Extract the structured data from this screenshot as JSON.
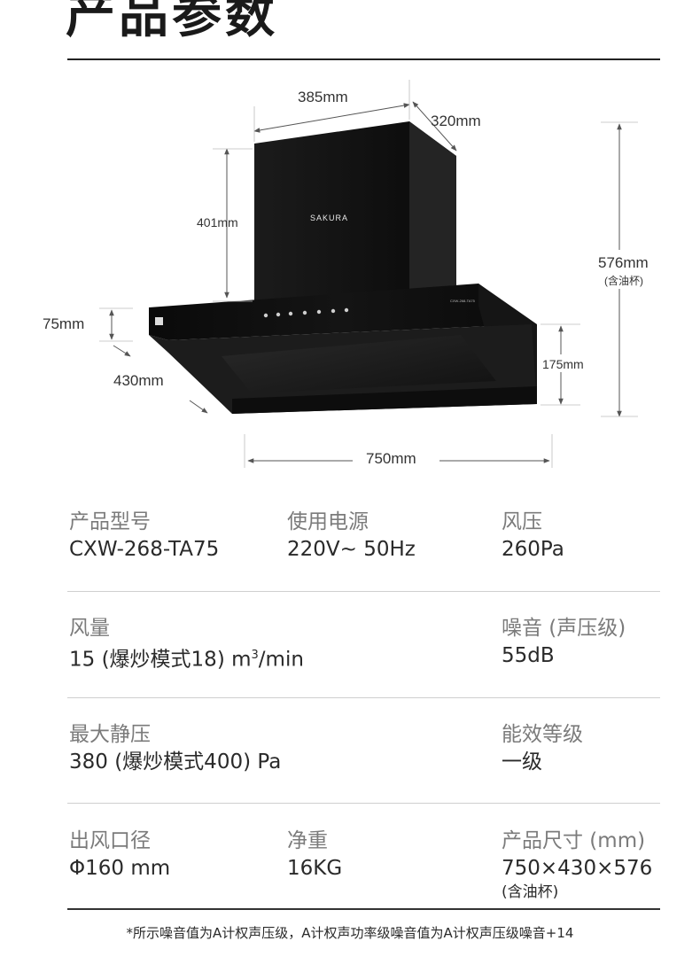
{
  "page": {
    "title": "产品参数"
  },
  "diagram": {
    "brand_logo": "SAKURA",
    "panel_small_text": "CXW-268-TA75",
    "dims": {
      "top_width": "385mm",
      "top_depth": "320mm",
      "chimney_height": "401mm",
      "total_height": "576mm",
      "total_height_note": "(含油杯)",
      "panel_height": "75mm",
      "depth": "430mm",
      "hood_height": "175mm",
      "width": "750mm"
    }
  },
  "specs": {
    "model": {
      "label": "产品型号",
      "value": "CXW-268-TA75"
    },
    "power": {
      "label": "使用电源",
      "value": "220V~ 50Hz"
    },
    "wind_pressure": {
      "label": "风压",
      "value": "260Pa"
    },
    "air_volume": {
      "label": "风量",
      "value_prefix": "15 (爆炒模式18) m",
      "value_sup": "3",
      "value_suffix": "/min"
    },
    "noise": {
      "label": "噪音 (声压级)",
      "value": "55dB"
    },
    "max_static_pressure": {
      "label": "最大静压",
      "value": "380 (爆炒模式400) Pa"
    },
    "energy_grade": {
      "label": "能效等级",
      "value": "一级"
    },
    "outlet_diameter": {
      "label": "出风口径",
      "value": "Φ160 mm"
    },
    "net_weight": {
      "label": "净重",
      "value": "16KG"
    },
    "product_size": {
      "label": "产品尺寸 (mm)",
      "value": "750×430×576",
      "note": "(含油杯)"
    }
  },
  "footnote": "*所示噪音值为A计权声压级，A计权声功率级噪音值为A计权声压级噪音+14",
  "colors": {
    "accent": "#1a1a1a",
    "label_gray": "#7b7b7b",
    "divider": "#cfcfcf"
  }
}
